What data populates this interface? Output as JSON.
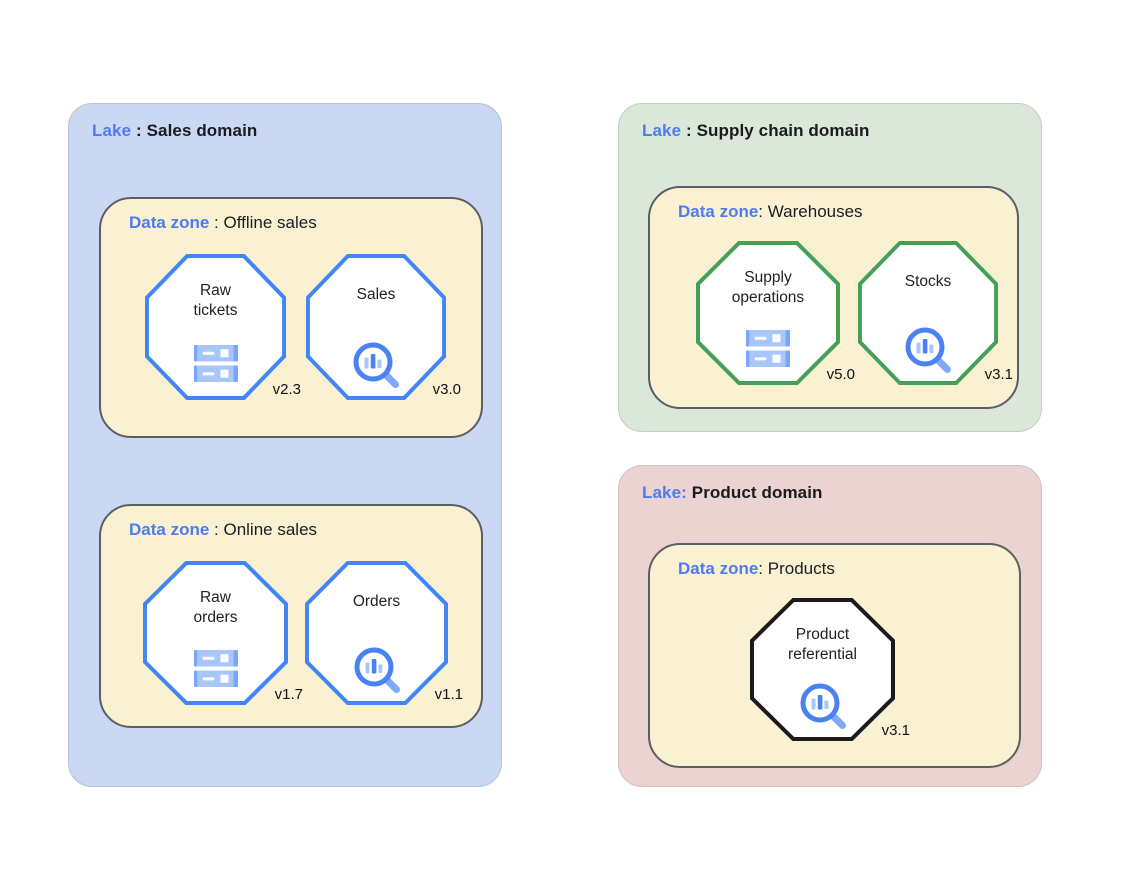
{
  "colors": {
    "background": "#ffffff",
    "keyword_blue": "#4D7BF1",
    "lake_sales_fill": "#CBD8F4",
    "lake_supply_fill": "#DBE7D9",
    "lake_product_fill": "#EAD3D1",
    "zone_fill": "#FAF1D3",
    "zone_border": "#5B5E62",
    "octagon_blue_stroke": "#4285F4",
    "octagon_green_stroke": "#43A055",
    "octagon_black_stroke": "#1B1B1B",
    "icon_light_blue": "#A9C6FB",
    "icon_medium_blue": "#7AA6F8",
    "icon_dark_blue": "#4A82F3"
  },
  "lakes": [
    {
      "keyword": "Lake",
      "separator": " : ",
      "name": "Sales domain",
      "zones": [
        {
          "keyword": "Data zone",
          "separator": " : ",
          "name": "Offline sales",
          "nodes": [
            {
              "label": "Raw\ntickets",
              "version": "v2.3",
              "icon": "server-icon"
            },
            {
              "label": "Sales",
              "version": "v3.0",
              "icon": "search-chart-icon"
            }
          ]
        },
        {
          "keyword": "Data zone",
          "separator": " : ",
          "name": "Online sales",
          "nodes": [
            {
              "label": "Raw\norders",
              "version": "v1.7",
              "icon": "server-icon"
            },
            {
              "label": "Orders",
              "version": "v1.1",
              "icon": "search-chart-icon"
            }
          ]
        }
      ]
    },
    {
      "keyword": "Lake",
      "separator": " : ",
      "name": "Supply chain domain",
      "zones": [
        {
          "keyword": "Data zone",
          "separator": ": ",
          "name": "Warehouses",
          "nodes": [
            {
              "label": "Supply\noperations",
              "version": "v5.0",
              "icon": "server-icon"
            },
            {
              "label": "Stocks",
              "version": "v3.1",
              "icon": "search-chart-icon"
            }
          ]
        }
      ]
    },
    {
      "keyword": "Lake:",
      "separator": " ",
      "name": "Product domain",
      "zones": [
        {
          "keyword": "Data zone",
          "separator": ": ",
          "name": "Products",
          "nodes": [
            {
              "label": "Product\nreferential",
              "version": "v3.1",
              "icon": "search-chart-icon"
            }
          ]
        }
      ]
    }
  ]
}
